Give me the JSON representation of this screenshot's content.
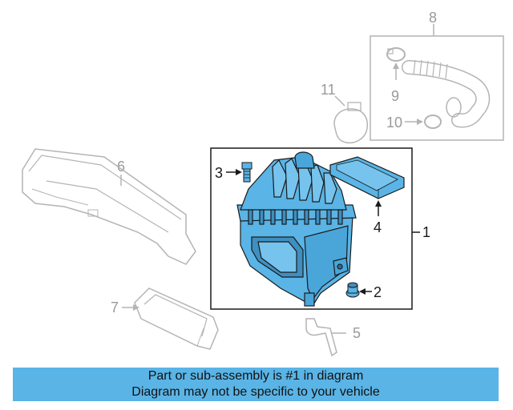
{
  "accent_color": "#5ab4e6",
  "highlight_part_color": "#5ab4e6",
  "callouts": {
    "c1": "1",
    "c2": "2",
    "c3": "3",
    "c4": "4",
    "c5": "5",
    "c6": "6",
    "c7": "7",
    "c8": "8",
    "c9": "9",
    "c10": "10",
    "c11": "11"
  },
  "banner": {
    "line1": "Part or sub-assembly is #1 in diagram",
    "line2": "Diagram may not be specific to your vehicle"
  }
}
